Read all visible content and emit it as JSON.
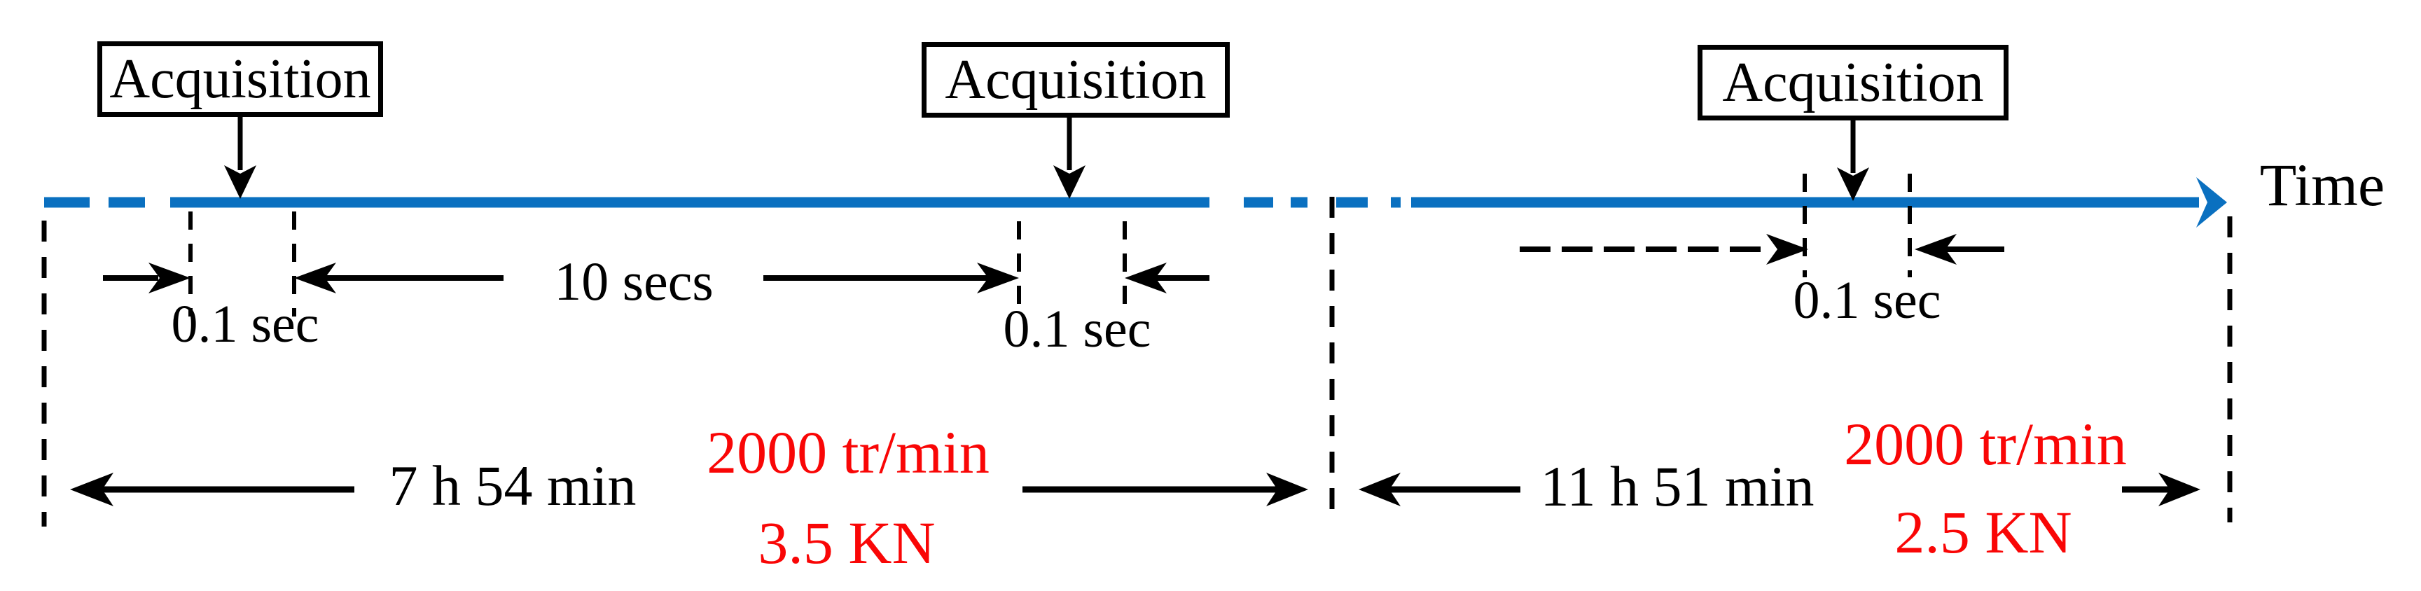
{
  "palette": {
    "timeline_blue": "#0A70C0",
    "accent_red": "#F90606",
    "ink": "#000000",
    "background": "#FFFFFF"
  },
  "timeline": {
    "axis_label": "Time"
  },
  "acquisition_boxes": [
    {
      "label": "Acquisition"
    },
    {
      "label": "Acquisition"
    },
    {
      "label": "Acquisition"
    }
  ],
  "annotations": {
    "acquisition_durations": [
      {
        "label": "0.1 sec"
      },
      {
        "label": "0.1 sec"
      },
      {
        "label": "0.1 sec"
      }
    ],
    "sampling_interval": {
      "label": "10 secs"
    }
  },
  "phases": [
    {
      "duration": "7 h 54 min",
      "speed": "2000 tr/min",
      "load": "3.5 KN"
    },
    {
      "duration": "11 h 51 min",
      "speed": "2000 tr/min",
      "load": "2.5 KN"
    }
  ]
}
